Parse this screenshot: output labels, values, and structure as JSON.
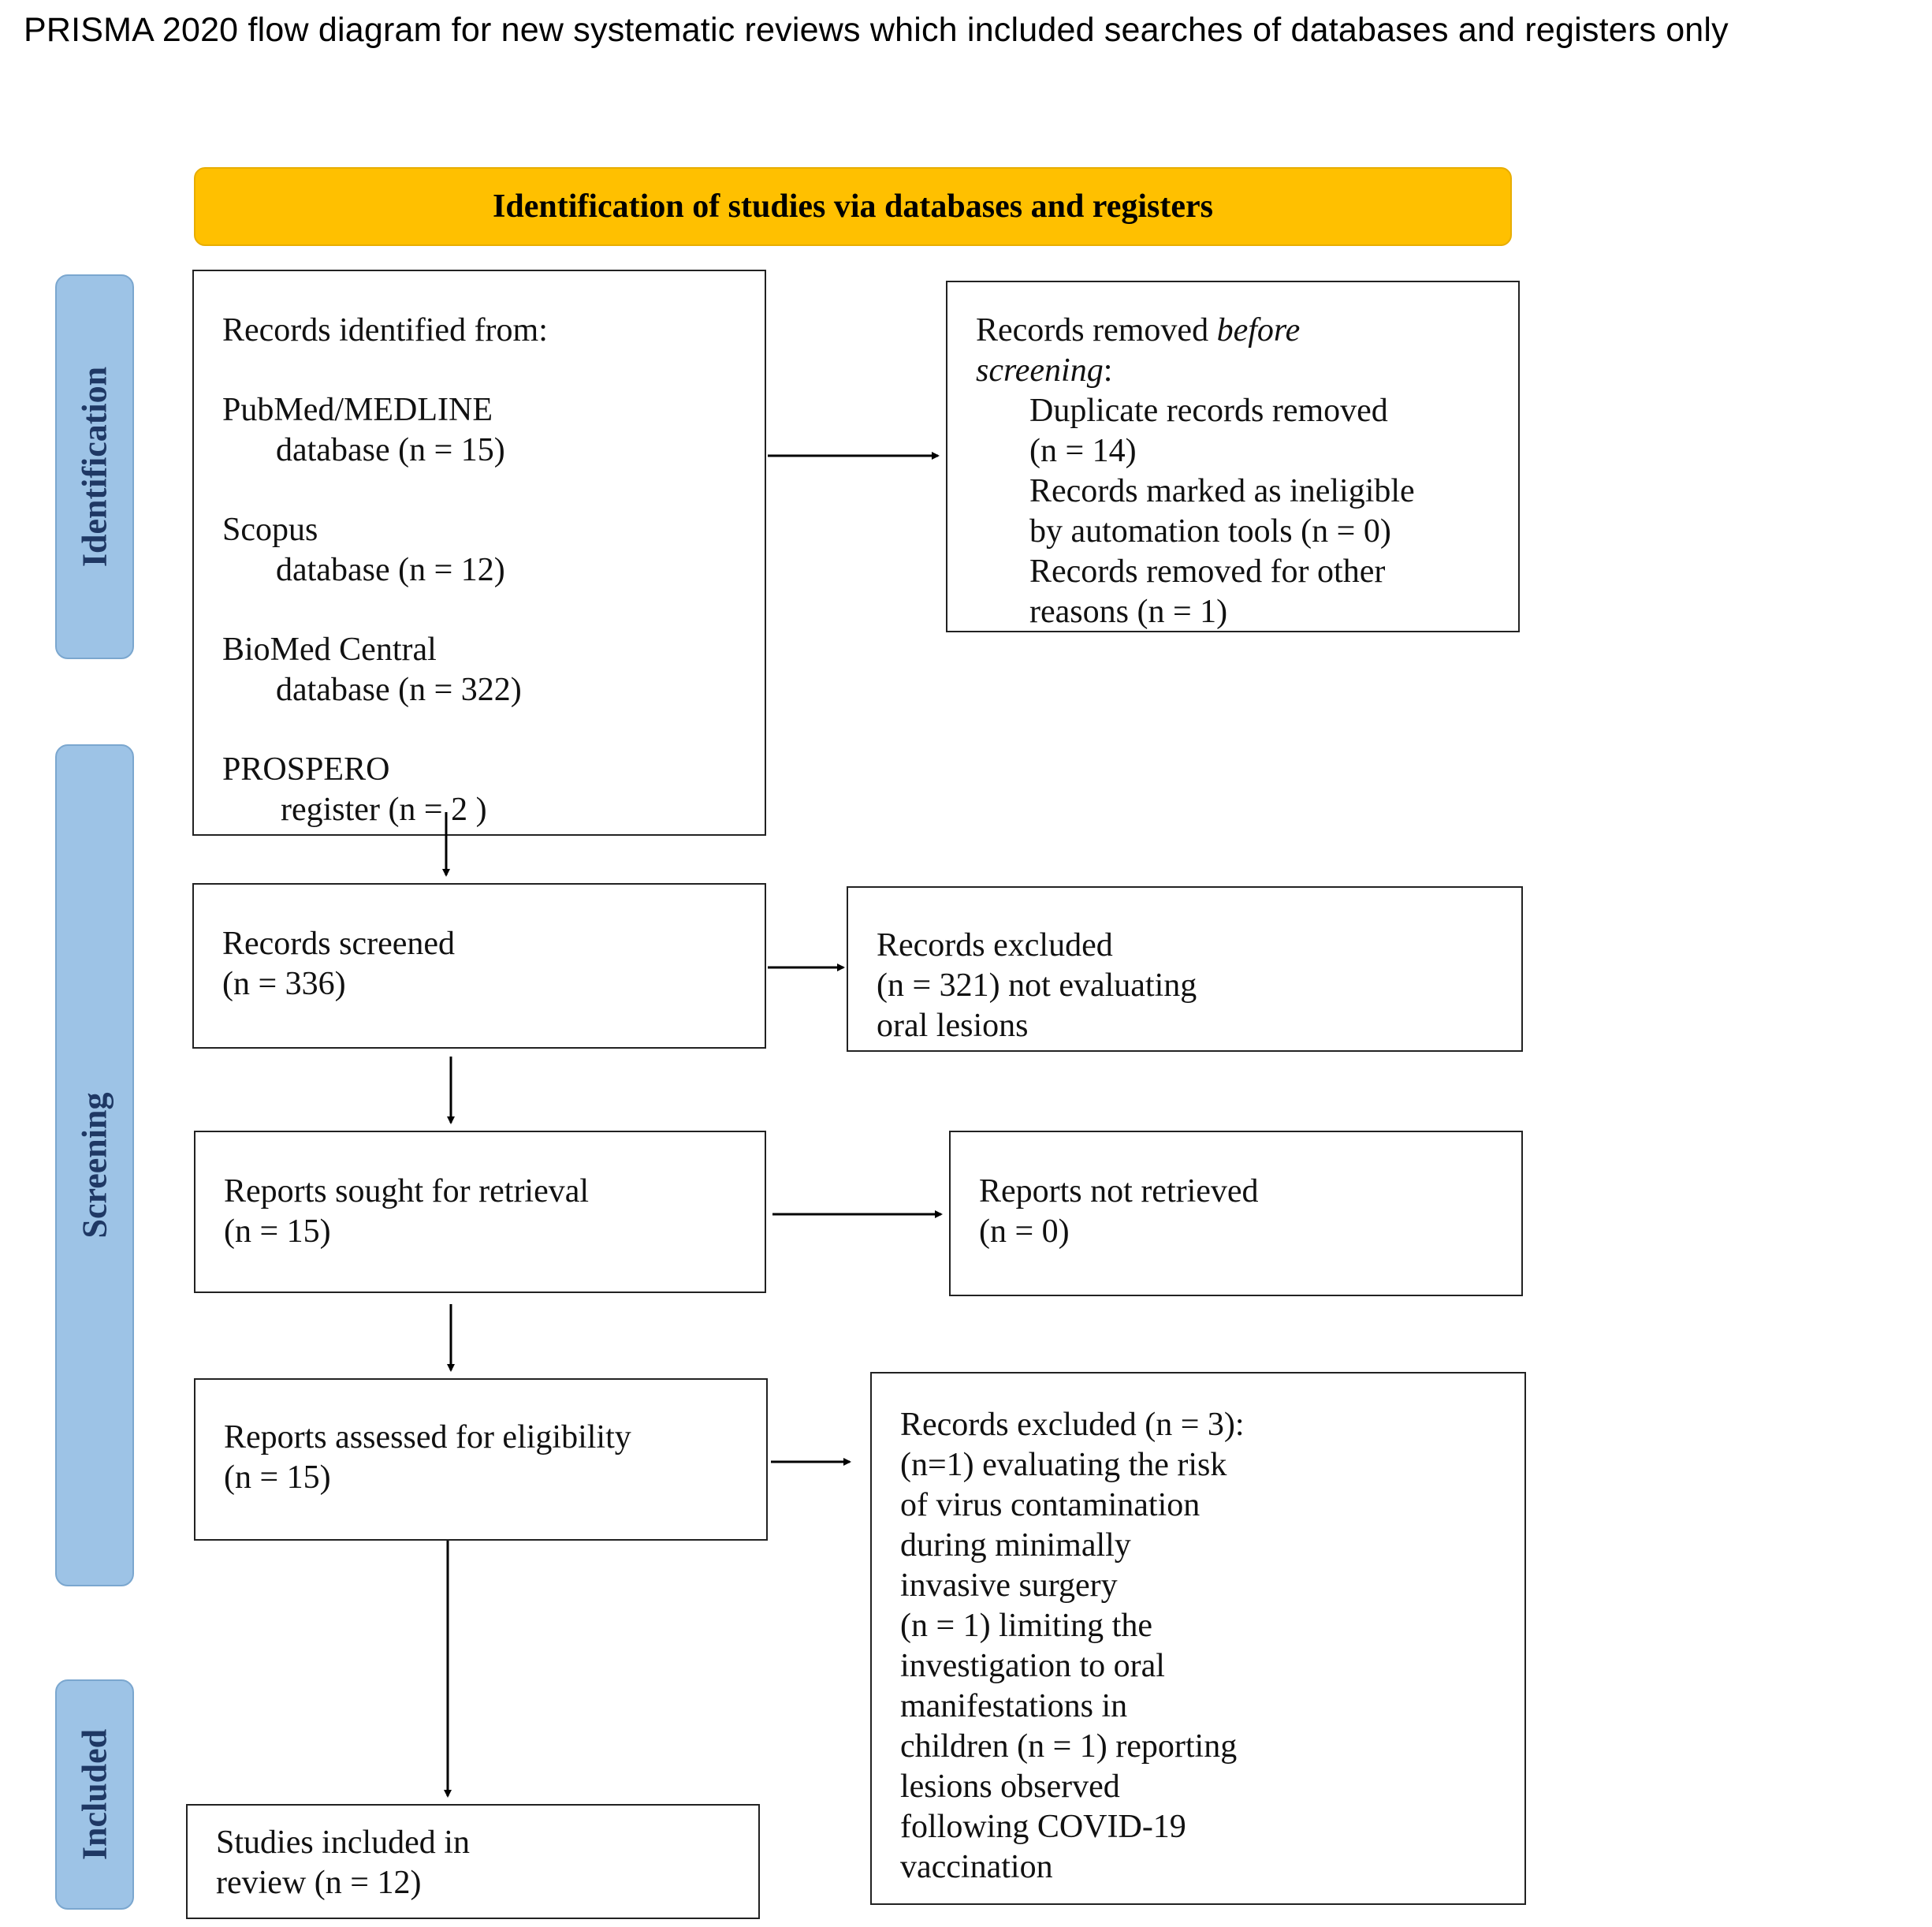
{
  "title": "PRISMA 2020 flow diagram for new systematic reviews which included searches of databases and registers only",
  "banner": "Identification of studies via databases and registers",
  "stages": {
    "identification": "Identification",
    "screening": "Screening",
    "included": "Included"
  },
  "identified": {
    "heading": "Records identified from:",
    "sources": [
      {
        "name": "PubMed/MEDLINE",
        "detail": "database (n = 15)"
      },
      {
        "name": "Scopus",
        "detail": "database (n = 12)"
      },
      {
        "name": "BioMed Central",
        "detail": "database (n = 322)"
      },
      {
        "name": "PROSPERO",
        "detail": "register (n = 2 )"
      }
    ]
  },
  "removed": {
    "heading_a": "Records removed ",
    "heading_b": "before",
    "heading_c": "screening",
    "heading_d": ":",
    "lines": [
      "Duplicate records removed",
      "(n = 14)",
      "Records marked as ineligible",
      "by automation tools (n = 0)",
      "Records removed for other",
      "reasons (n = 1)"
    ]
  },
  "screened": {
    "label": "Records screened",
    "count": "(n = 336)"
  },
  "excluded1": {
    "lines": [
      "Records excluded",
      "(n = 321) not evaluating",
      "oral lesions"
    ]
  },
  "sought": {
    "label": "Reports sought for retrieval",
    "count": "(n = 15)"
  },
  "not_retrieved": {
    "label": "Reports not retrieved",
    "count": "(n = 0)"
  },
  "assessed": {
    "label": "Reports assessed for eligibility",
    "count": "(n = 15)"
  },
  "excluded2": {
    "lines": [
      "Records excluded (n = 3):",
      "(n=1) evaluating the risk",
      "of virus contamination",
      "during minimally",
      "invasive surgery",
      "(n = 1) limiting the",
      "investigation to oral",
      "manifestations in",
      "children (n = 1) reporting",
      "lesions observed",
      "following COVID-19",
      "vaccination"
    ]
  },
  "included": {
    "label": "Studies included in",
    "count": "review (n = 12)"
  }
}
